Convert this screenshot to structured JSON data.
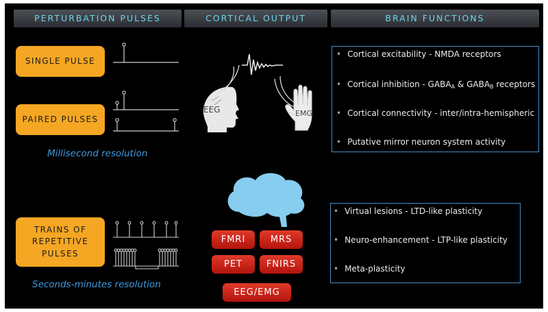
{
  "headers": [
    "PERTURBATION PULSES",
    "CORTICAL OUTPUT",
    "BRAIN FUNCTIONS"
  ],
  "pulses": {
    "single": "SINGLE PULSE",
    "paired": "PAIRED PULSES",
    "trains": "TRAINS OF\nREPETITIVE\nPULSES"
  },
  "resolution": {
    "ms": "Millisecond resolution",
    "sec": "Seconds-minutes resolution"
  },
  "output": {
    "eeg": "EEG",
    "emg": "EMG"
  },
  "functions_top": [
    {
      "pre": "Cortical excitability - NMDA receptors"
    },
    {
      "pre": "Cortical inhibition - GABA",
      "sub1": "A",
      "mid": " & GABA",
      "sub2": "B",
      "post": " receptors"
    },
    {
      "pre": "Cortical connectivity - inter/intra-hemispheric"
    },
    {
      "pre": "Putative mirror neuron system activity"
    }
  ],
  "functions_bottom": [
    "Virtual lesions - LTD-like plasticity",
    "Neuro-enhancement - LTP-like plasticity",
    "Meta-plasticity"
  ],
  "modalities": [
    "FMRI",
    "MRS",
    "PET",
    "FNIRS",
    "EEG/EMG"
  ],
  "colors": {
    "pill": "#f5a623",
    "header_text": "#6fd2f0",
    "resolution": "#3d9be0",
    "box_border": "#4a8bc2",
    "modality": "#c8251a",
    "brain": "#86cdf0"
  }
}
